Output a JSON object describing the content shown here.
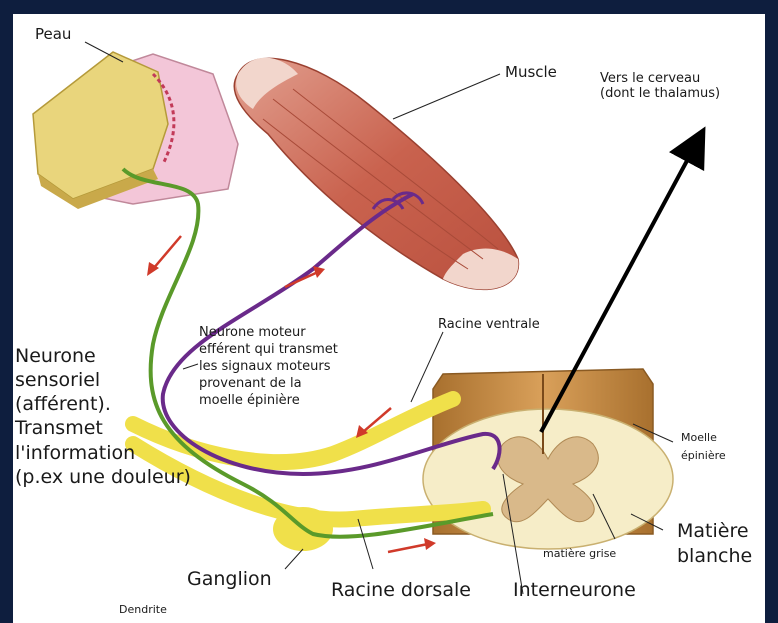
{
  "labels": {
    "peau": "Peau",
    "muscle": "Muscle",
    "vers_cerveau": "Vers le cerveau\n(dont le thalamus)",
    "neurone_moteur": "Neurone moteur\nefférent qui transmet\nles signaux moteurs\nprovenant de la\nmoelle épinière",
    "racine_ventrale": "Racine ventrale",
    "neurone_sensoriel": "Neurone\nsensoriel\n(afférent).\nTransmet\nl'information\n(p.ex une douleur)",
    "moelle_epiniere": "Moelle\népinière",
    "matiere_blanche": "Matière\nblanche",
    "matiere_grise": "matière grise",
    "ganglion": "Ganglion",
    "racine_dorsale": "Racine dorsale",
    "interneurone": "Interneurone",
    "dendrite": "Dendrite"
  },
  "colors": {
    "frame_border": "#0e1e3e",
    "sensory_nerve": "#5a9a2a",
    "motor_nerve": "#6a2a8a",
    "nerve_sheath": "#f0e04a",
    "arrow": "#d03a2a",
    "white_matter": "#f6edc8",
    "grey_matter": "#d9b98a",
    "cord_outer": "#b8803a",
    "muscle": "#c96a55",
    "skin": "#e8d27a"
  }
}
